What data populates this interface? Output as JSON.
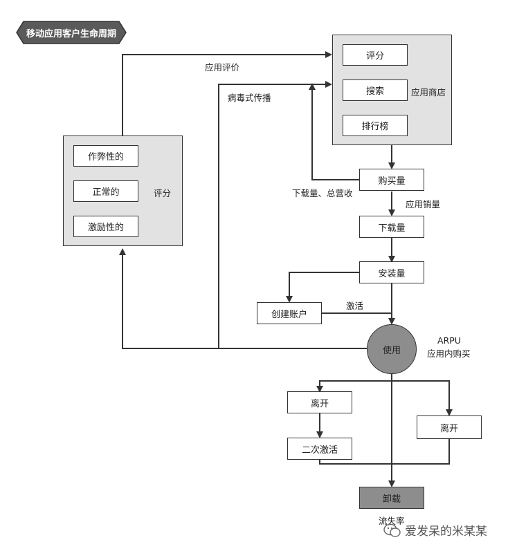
{
  "title": "移动应用客户生命周期",
  "store": {
    "label": "应用商店",
    "items": [
      "评分",
      "搜索",
      "排行榜"
    ]
  },
  "rating": {
    "label": "评分",
    "items": [
      "作弊性的",
      "正常的",
      "激励性的"
    ]
  },
  "nodes": {
    "purchase": "购买量",
    "download": "下载量",
    "install": "安装量",
    "account": "创建账户",
    "use": "使用",
    "leave1": "离开",
    "reactivate": "二次激活",
    "leave2": "离开",
    "uninstall": "卸载"
  },
  "edge_labels": {
    "app_review": "应用评价",
    "viral": "病毒式传播",
    "downloads_revenue": "下载量、总营收",
    "app_sales": "应用销量",
    "activate": "激活",
    "arpu_line1": "ARPU",
    "arpu_line2": "应用内购买",
    "churn": "流失率"
  },
  "watermark": "爱发呆的米某某"
}
